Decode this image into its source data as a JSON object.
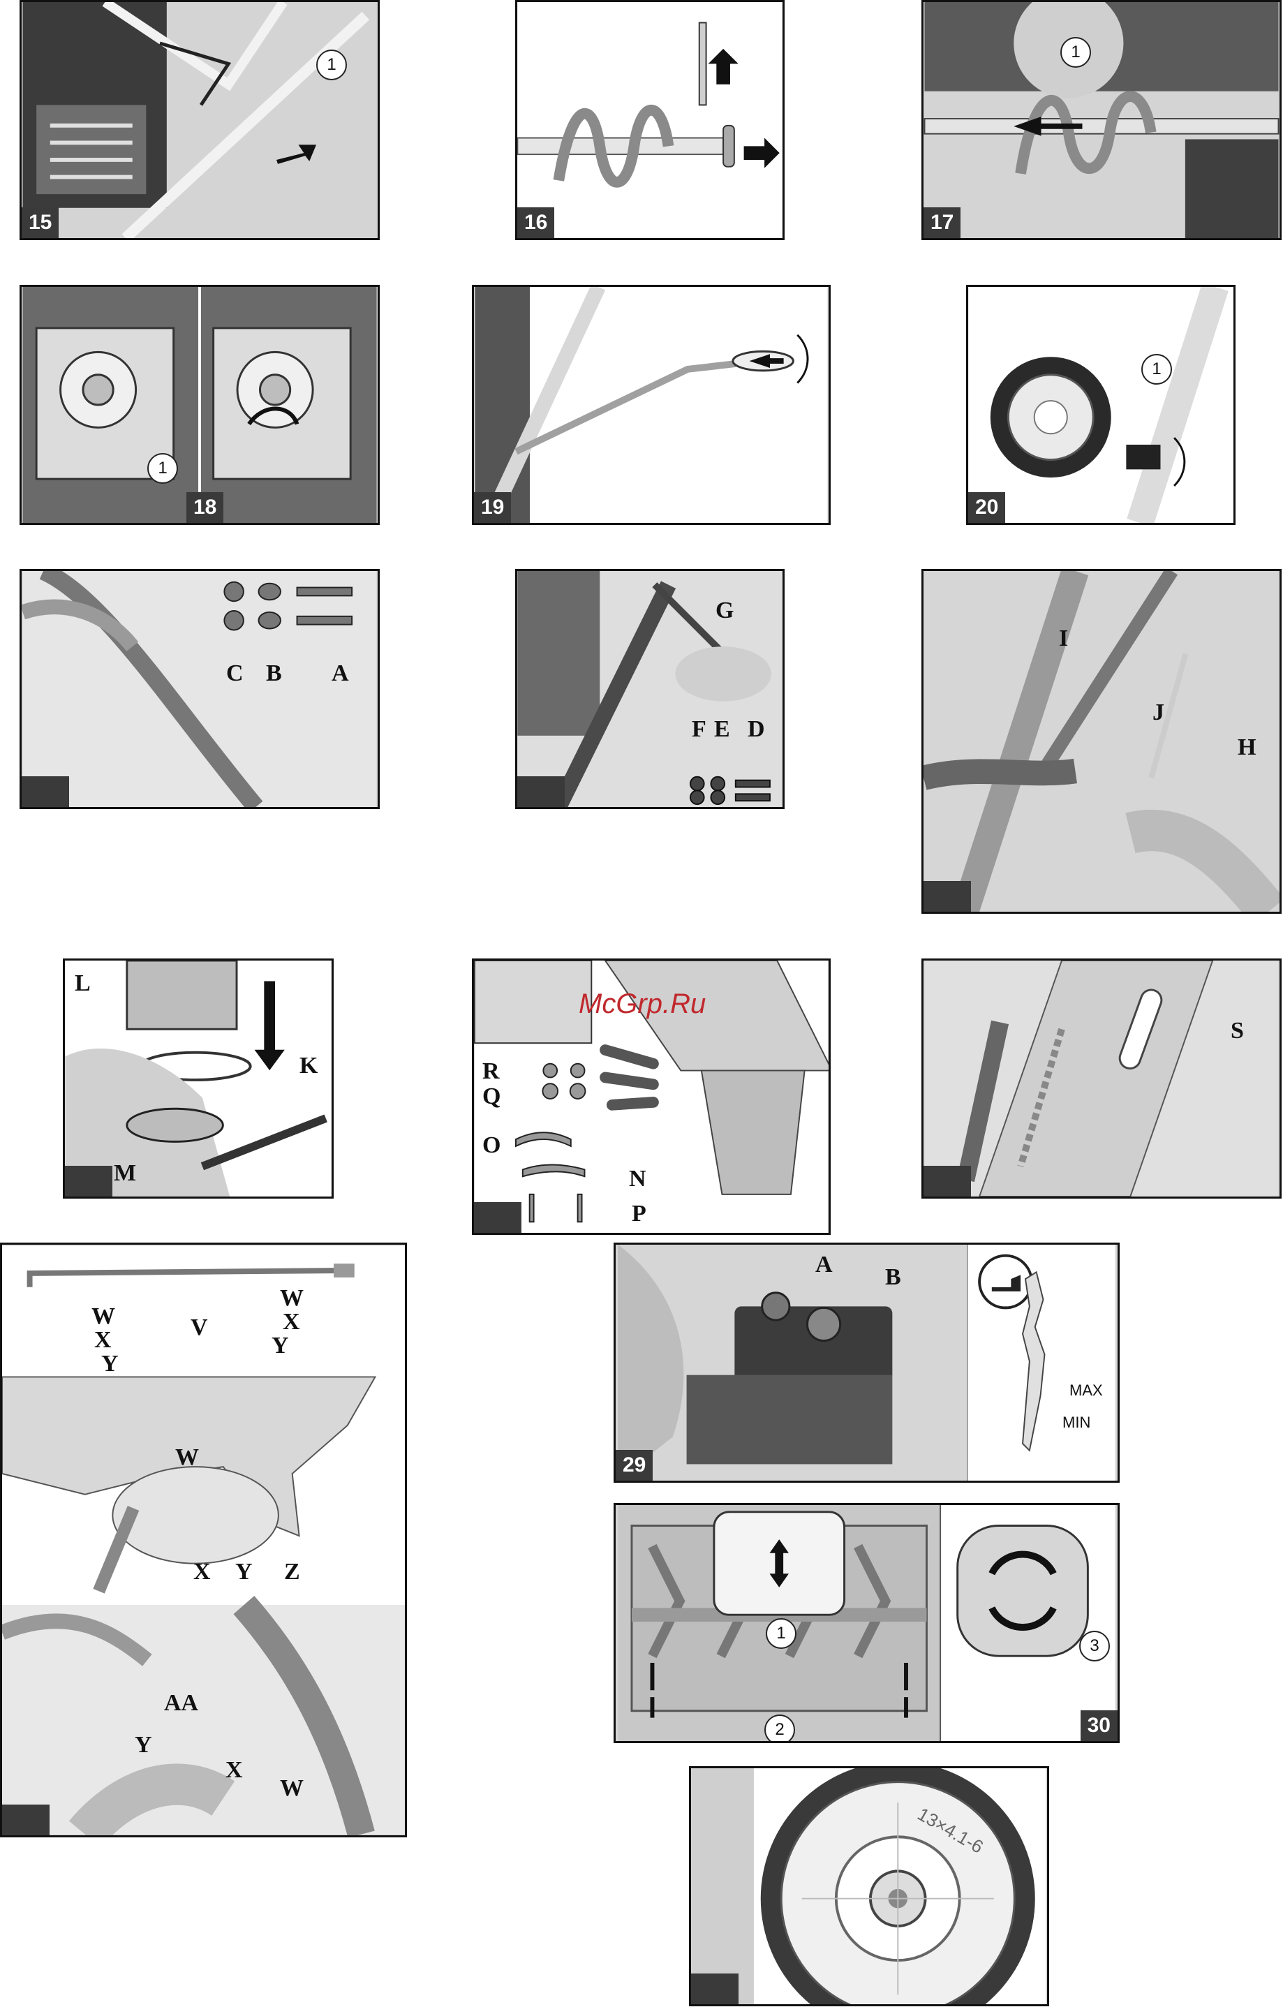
{
  "watermark": "McGrp.Ru",
  "colors": {
    "panel_bg": "#d4d4d4",
    "ink": "#111111",
    "badge": "#3a3a3a",
    "watermark": "#c0282d"
  },
  "figures": [
    {
      "number": "15",
      "callouts": [
        "1"
      ]
    },
    {
      "number": "16",
      "callouts": []
    },
    {
      "number": "17",
      "callouts": [
        "1"
      ]
    },
    {
      "number": "18",
      "callouts": [
        "1"
      ]
    },
    {
      "number": "19",
      "callouts": []
    },
    {
      "number": "20",
      "callouts": [
        "1"
      ]
    },
    {
      "number": "",
      "labels": [
        "C",
        "B",
        "A"
      ]
    },
    {
      "number": "",
      "labels": [
        "G",
        "F",
        "E",
        "D"
      ]
    },
    {
      "number": "",
      "labels": [
        "I",
        "J",
        "H"
      ]
    },
    {
      "number": "",
      "labels": [
        "L",
        "K",
        "M"
      ]
    },
    {
      "number": "",
      "labels": [
        "R",
        "Q",
        "O",
        "N",
        "P"
      ]
    },
    {
      "number": "",
      "labels": [
        "S"
      ]
    },
    {
      "number": "",
      "labels": [
        "W",
        "X",
        "Y",
        "V",
        "W",
        "X",
        "Y",
        "W",
        "X",
        "Y",
        "Z",
        "AA",
        "Y",
        "X",
        "W"
      ]
    },
    {
      "number": "29",
      "labels": [
        "A",
        "B"
      ],
      "dipstick": [
        "MAX",
        "MIN"
      ]
    },
    {
      "number": "30",
      "callouts": [
        "1",
        "2",
        "3"
      ]
    },
    {
      "number": "",
      "tire_text": "13×4.1-6"
    }
  ]
}
